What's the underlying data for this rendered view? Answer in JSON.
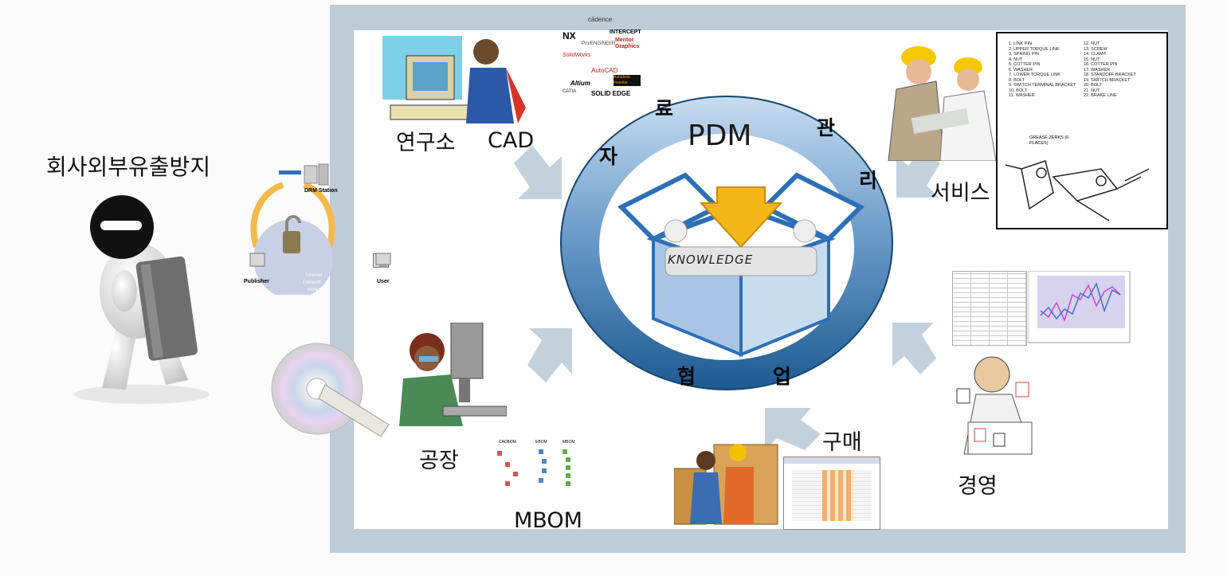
{
  "left": {
    "title": "회사외부유출방지"
  },
  "drm": {
    "station": "DRM Station",
    "publisher": "Publisher",
    "user": "User",
    "nets": [
      "Internet",
      "Extranet",
      "Intranet"
    ]
  },
  "center": {
    "pdm": "PDM",
    "knowledge": "KNOWLEDGE",
    "ring_chars": [
      "자",
      "료",
      "관",
      "리",
      "협",
      "업"
    ]
  },
  "labels": {
    "lab": "연구소",
    "cad": "CAD",
    "service": "서비스",
    "factory": "공장",
    "mbom": "MBOM",
    "purchase": "구매",
    "management": "경영"
  },
  "cad_logos": [
    "cādence",
    "NX",
    "INTERCEPT",
    "Pro/ENGINEER",
    "Mentor Graphics",
    "SolidWorks",
    "AutoCAD",
    "Altium",
    "Autodesk Inventor",
    "CATIA",
    "SOLID EDGE"
  ],
  "bom_headers": [
    "CADBOM",
    "EBOM",
    "MBOM"
  ],
  "parts_list": [
    "1. LINK PIN",
    "2. UPPER TORQUE LINK",
    "3. SPRING PIN",
    "4. NUT",
    "5. COTTER PIN",
    "6. WASHER",
    "7. LOWER TORQUE LINK",
    "8. BOLT",
    "9. SWITCH TERMINAL BRACKET",
    "10. BOLT",
    "11. WASHER",
    "12. NUT",
    "13. SCREW",
    "14. CLAMP",
    "15. NUT",
    "16. COTTER PIN",
    "17. WASHER",
    "18. STANDOFF BRACKET",
    "19. SWITCH BRACKET",
    "20. BOLT",
    "21. NUT",
    "22. BRAKE LINE"
  ],
  "grease_note": "GREASE ZERKS (6 PLACES)",
  "colors": {
    "frame": "#bfccd7",
    "ring_dark": "#1e5a92",
    "ring_light": "#c9ddf0",
    "arrow": "#c3d1dc"
  }
}
